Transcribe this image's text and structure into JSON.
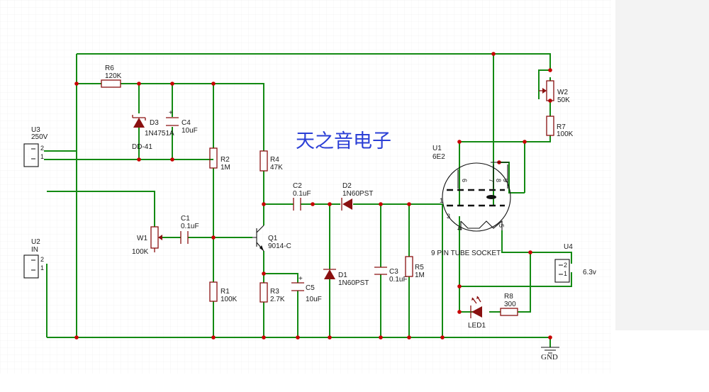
{
  "title_text": "天之音电子",
  "gnd_label": "GND",
  "components": {
    "U3": {
      "ref": "U3",
      "value": "250V",
      "pins": [
        "2",
        "1"
      ]
    },
    "U2": {
      "ref": "U2",
      "value": "IN",
      "pins": [
        "2",
        "1"
      ]
    },
    "U4": {
      "ref": "U4",
      "value": "6.3v",
      "pins": [
        "2",
        "1"
      ]
    },
    "R6": {
      "ref": "R6",
      "value": "120K"
    },
    "D3": {
      "ref": "D3",
      "value": "1N4751A",
      "package": "DD-41"
    },
    "C4": {
      "ref": "C4",
      "value": "10uF",
      "polarity": "+"
    },
    "R2": {
      "ref": "R2",
      "value": "1M"
    },
    "R4": {
      "ref": "R4",
      "value": "47K"
    },
    "R1": {
      "ref": "R1",
      "value": "100K"
    },
    "R3": {
      "ref": "R3",
      "value": "2.7K"
    },
    "C1": {
      "ref": "C1",
      "value": "0.1uF"
    },
    "W1": {
      "ref": "W1",
      "value": "100K"
    },
    "Q1": {
      "ref": "Q1",
      "value": "9014-C"
    },
    "C5": {
      "ref": "C5",
      "value": "10uF",
      "polarity": "+"
    },
    "C2": {
      "ref": "C2",
      "value": "0.1uF"
    },
    "D2": {
      "ref": "D2",
      "value": "1N60PST"
    },
    "D1": {
      "ref": "D1",
      "value": "1N60PST"
    },
    "C3": {
      "ref": "C3",
      "value": "0.1uF"
    },
    "R5": {
      "ref": "R5",
      "value": "1M"
    },
    "U1": {
      "ref": "U1",
      "value": "6E2",
      "socket": "9 PIN TUBE SOCKET",
      "pins": [
        "1",
        "3",
        "4",
        "5",
        "6",
        "7",
        "8",
        "9"
      ]
    },
    "W2": {
      "ref": "W2",
      "value": "50K"
    },
    "R7": {
      "ref": "R7",
      "value": "100K"
    },
    "R8": {
      "ref": "R8",
      "value": "300"
    },
    "LED1": {
      "ref": "LED1"
    }
  },
  "colors": {
    "wire": "#138a13",
    "component": "#8a1010",
    "junction": "#c80000",
    "title": "#2b3fd6",
    "grid": "#e6e6e6"
  }
}
